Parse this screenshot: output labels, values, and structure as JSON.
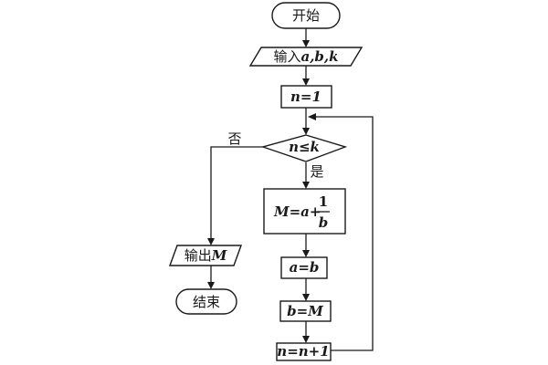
{
  "nodes": {
    "start": "开始",
    "input_prefix": "输入",
    "input_vars": "a,b,k",
    "init": "n=1",
    "condition": "n≤k",
    "assign_m_lhs": "M=a+",
    "assign_m_num": "1",
    "assign_m_den": "b",
    "assign_a": "a=b",
    "assign_b": "b=M",
    "increment": "n=n+1",
    "output_prefix": "输出",
    "output_var": "M",
    "end": "结束"
  },
  "branches": {
    "yes": "是",
    "no": "否"
  }
}
